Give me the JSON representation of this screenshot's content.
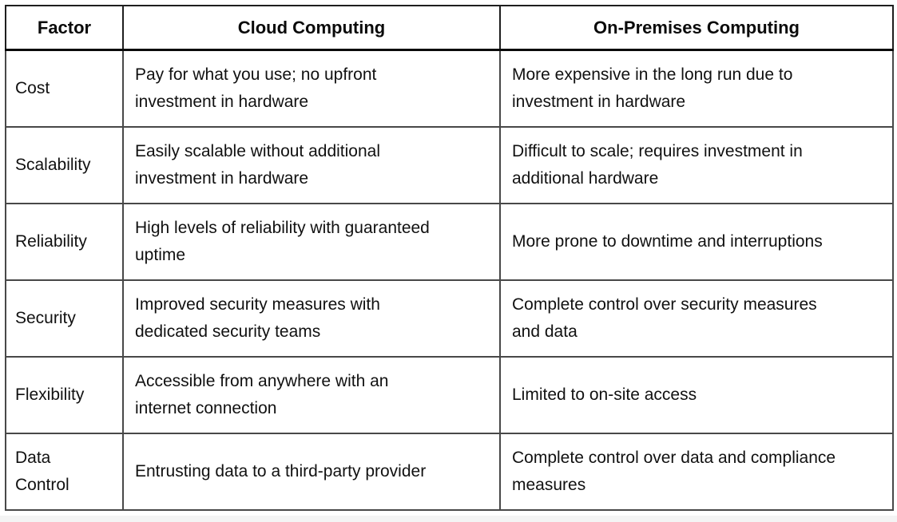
{
  "table": {
    "headers": [
      "Factor",
      "Cloud Computing",
      "On-Premises Computing"
    ],
    "rows": [
      {
        "factor": "Cost",
        "cloud": "Pay for what you use; no upfront investment in hardware",
        "on_premises": "More expensive in the long run due to investment in hardware"
      },
      {
        "factor": "Scalability",
        "cloud": "Easily scalable without additional investment in hardware",
        "on_premises": "Difficult to scale; requires investment in additional hardware"
      },
      {
        "factor": "Reliability",
        "cloud": "High levels of reliability with guaranteed uptime",
        "on_premises": "More prone to downtime and interruptions"
      },
      {
        "factor": "Security",
        "cloud": "Improved security measures with dedicated security teams",
        "on_premises": "Complete control over security measures and data"
      },
      {
        "factor": "Flexibility",
        "cloud": "Accessible from anywhere with an internet connection",
        "on_premises": "Limited to on-site access"
      },
      {
        "factor": "Data Control",
        "cloud": "Entrusting data to a third-party provider",
        "on_premises": "Complete control over data and compliance measures"
      }
    ],
    "colors": {
      "text": "#111111",
      "border_outer": "#1e1e1e",
      "border_inner": "#484848",
      "header_rule": "#0a0a0a",
      "background": "#ffffff",
      "page_strip": "#f4f4f4"
    }
  }
}
